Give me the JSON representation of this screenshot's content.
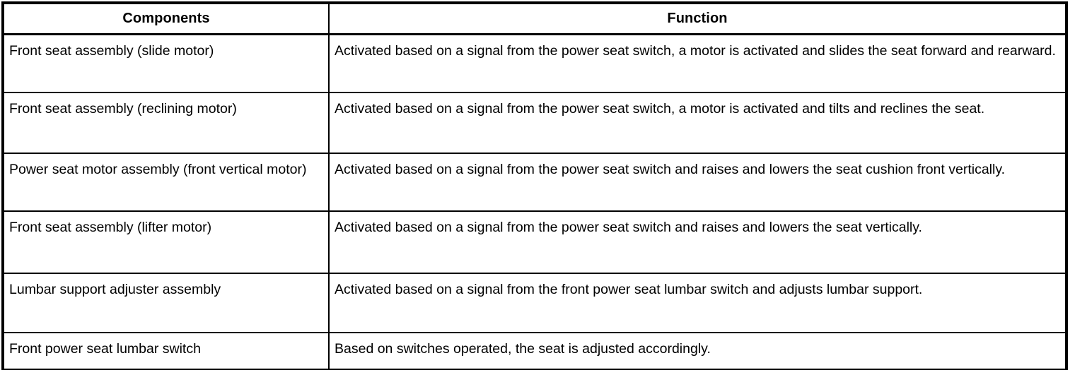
{
  "table": {
    "columns": [
      {
        "key": "components",
        "label": "Components",
        "align": "center"
      },
      {
        "key": "function",
        "label": "Function",
        "align": "center"
      }
    ],
    "rows": [
      {
        "component": "Front seat assembly (slide motor)",
        "function": "Activated based on a signal from the power seat switch, a motor is activated and slides the seat forward and rearward."
      },
      {
        "component": "Front seat assembly (reclining motor)",
        "function": "Activated based on a signal from the power seat switch, a motor is activated and tilts and reclines the seat."
      },
      {
        "component": "Power seat motor assembly (front vertical motor)",
        "function": "Activated based on a signal from the power seat switch and raises and lowers the seat cushion front vertically."
      },
      {
        "component": "Front seat assembly (lifter motor)",
        "function": "Activated based on a signal from the power seat switch and raises and lowers the seat vertically."
      },
      {
        "component": "Lumbar support adjuster assembly",
        "function": "Activated based on a signal from the front power seat lumbar switch and adjusts lumbar support."
      },
      {
        "component": "Front power seat lumbar switch",
        "function": "Based on switches operated, the seat is adjusted accordingly."
      }
    ]
  },
  "colors": {
    "border": "#000000",
    "text": "#000000",
    "background": "#ffffff"
  }
}
